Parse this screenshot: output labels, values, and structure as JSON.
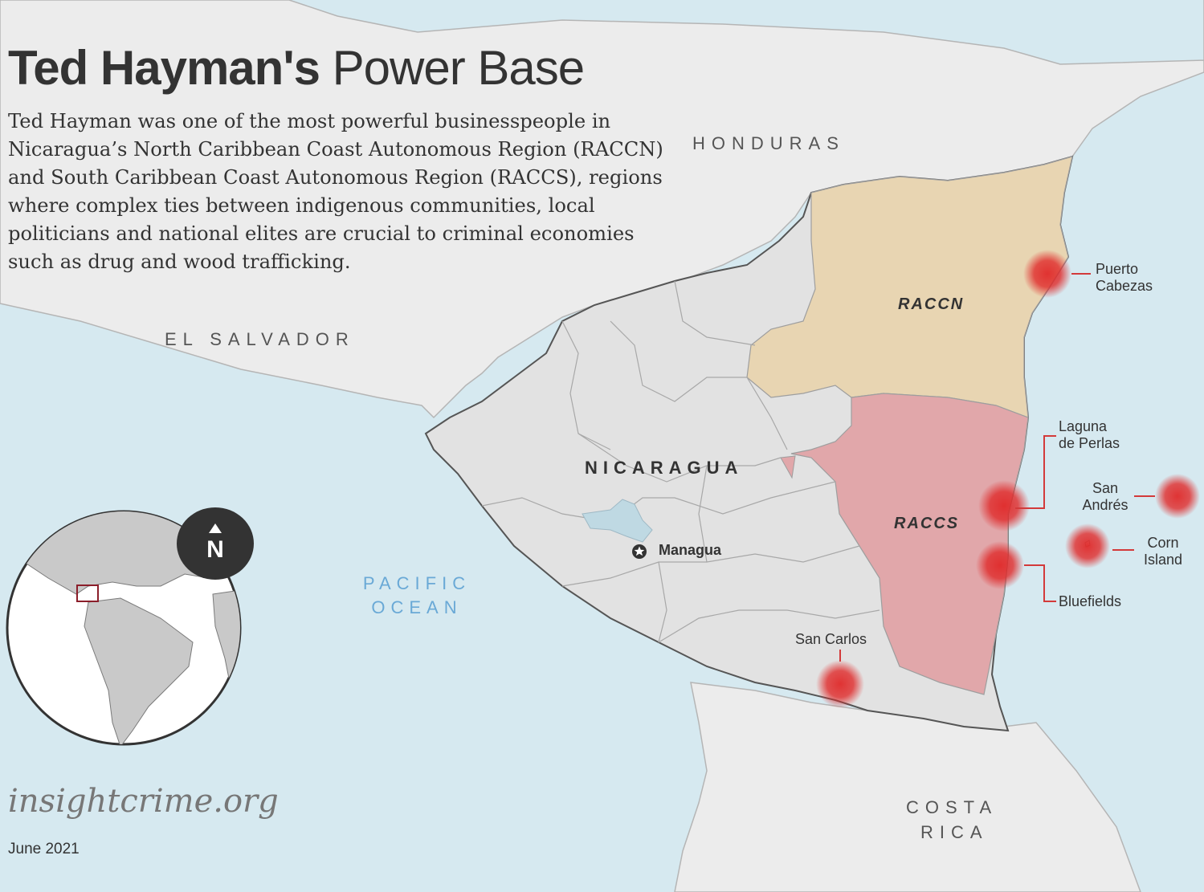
{
  "title": {
    "bold": "Ted Hayman's",
    "light": "Power Base"
  },
  "description": "Ted Hayman was one of the most powerful businesspeople in Nicaragua’s North Caribbean Coast Autonomous Region (RACCN) and South Caribbean Coast Autonomous Region (RACCS), regions where complex ties between indigenous communities, local politicians and national elites are crucial to criminal economies such as drug and wood trafficking.",
  "countries": {
    "honduras": "HONDURAS",
    "el_salvador": "EL SALVADOR",
    "nicaragua": "NICARAGUA",
    "costa_rica_line1": "COSTA",
    "costa_rica_line2": "RICA"
  },
  "ocean": {
    "line1": "PACIFIC",
    "line2": "OCEAN"
  },
  "regions": {
    "raccn": "RACCN",
    "raccs": "RACCS"
  },
  "capital": "Managua",
  "cities": {
    "puerto_cabezas_1": "Puerto",
    "puerto_cabezas_2": "Cabezas",
    "laguna_1": "Laguna",
    "laguna_2": "de Perlas",
    "san_andres_1": "San",
    "san_andres_2": "Andrés",
    "corn_island_1": "Corn",
    "corn_island_2": "Island",
    "bluefields": "Bluefields",
    "san_carlos": "San Carlos"
  },
  "north_label": "N",
  "site": "insightcrime.org",
  "date": "June 2021",
  "colors": {
    "sea": "#d6e9f0",
    "land": "#ececec",
    "nicaragua": "#e2e2e2",
    "raccn": "#e8d5b2",
    "raccs": "#e1a7aa",
    "marker": "#e02a2a",
    "lake": "#bfd9e3",
    "text": "#333333"
  }
}
